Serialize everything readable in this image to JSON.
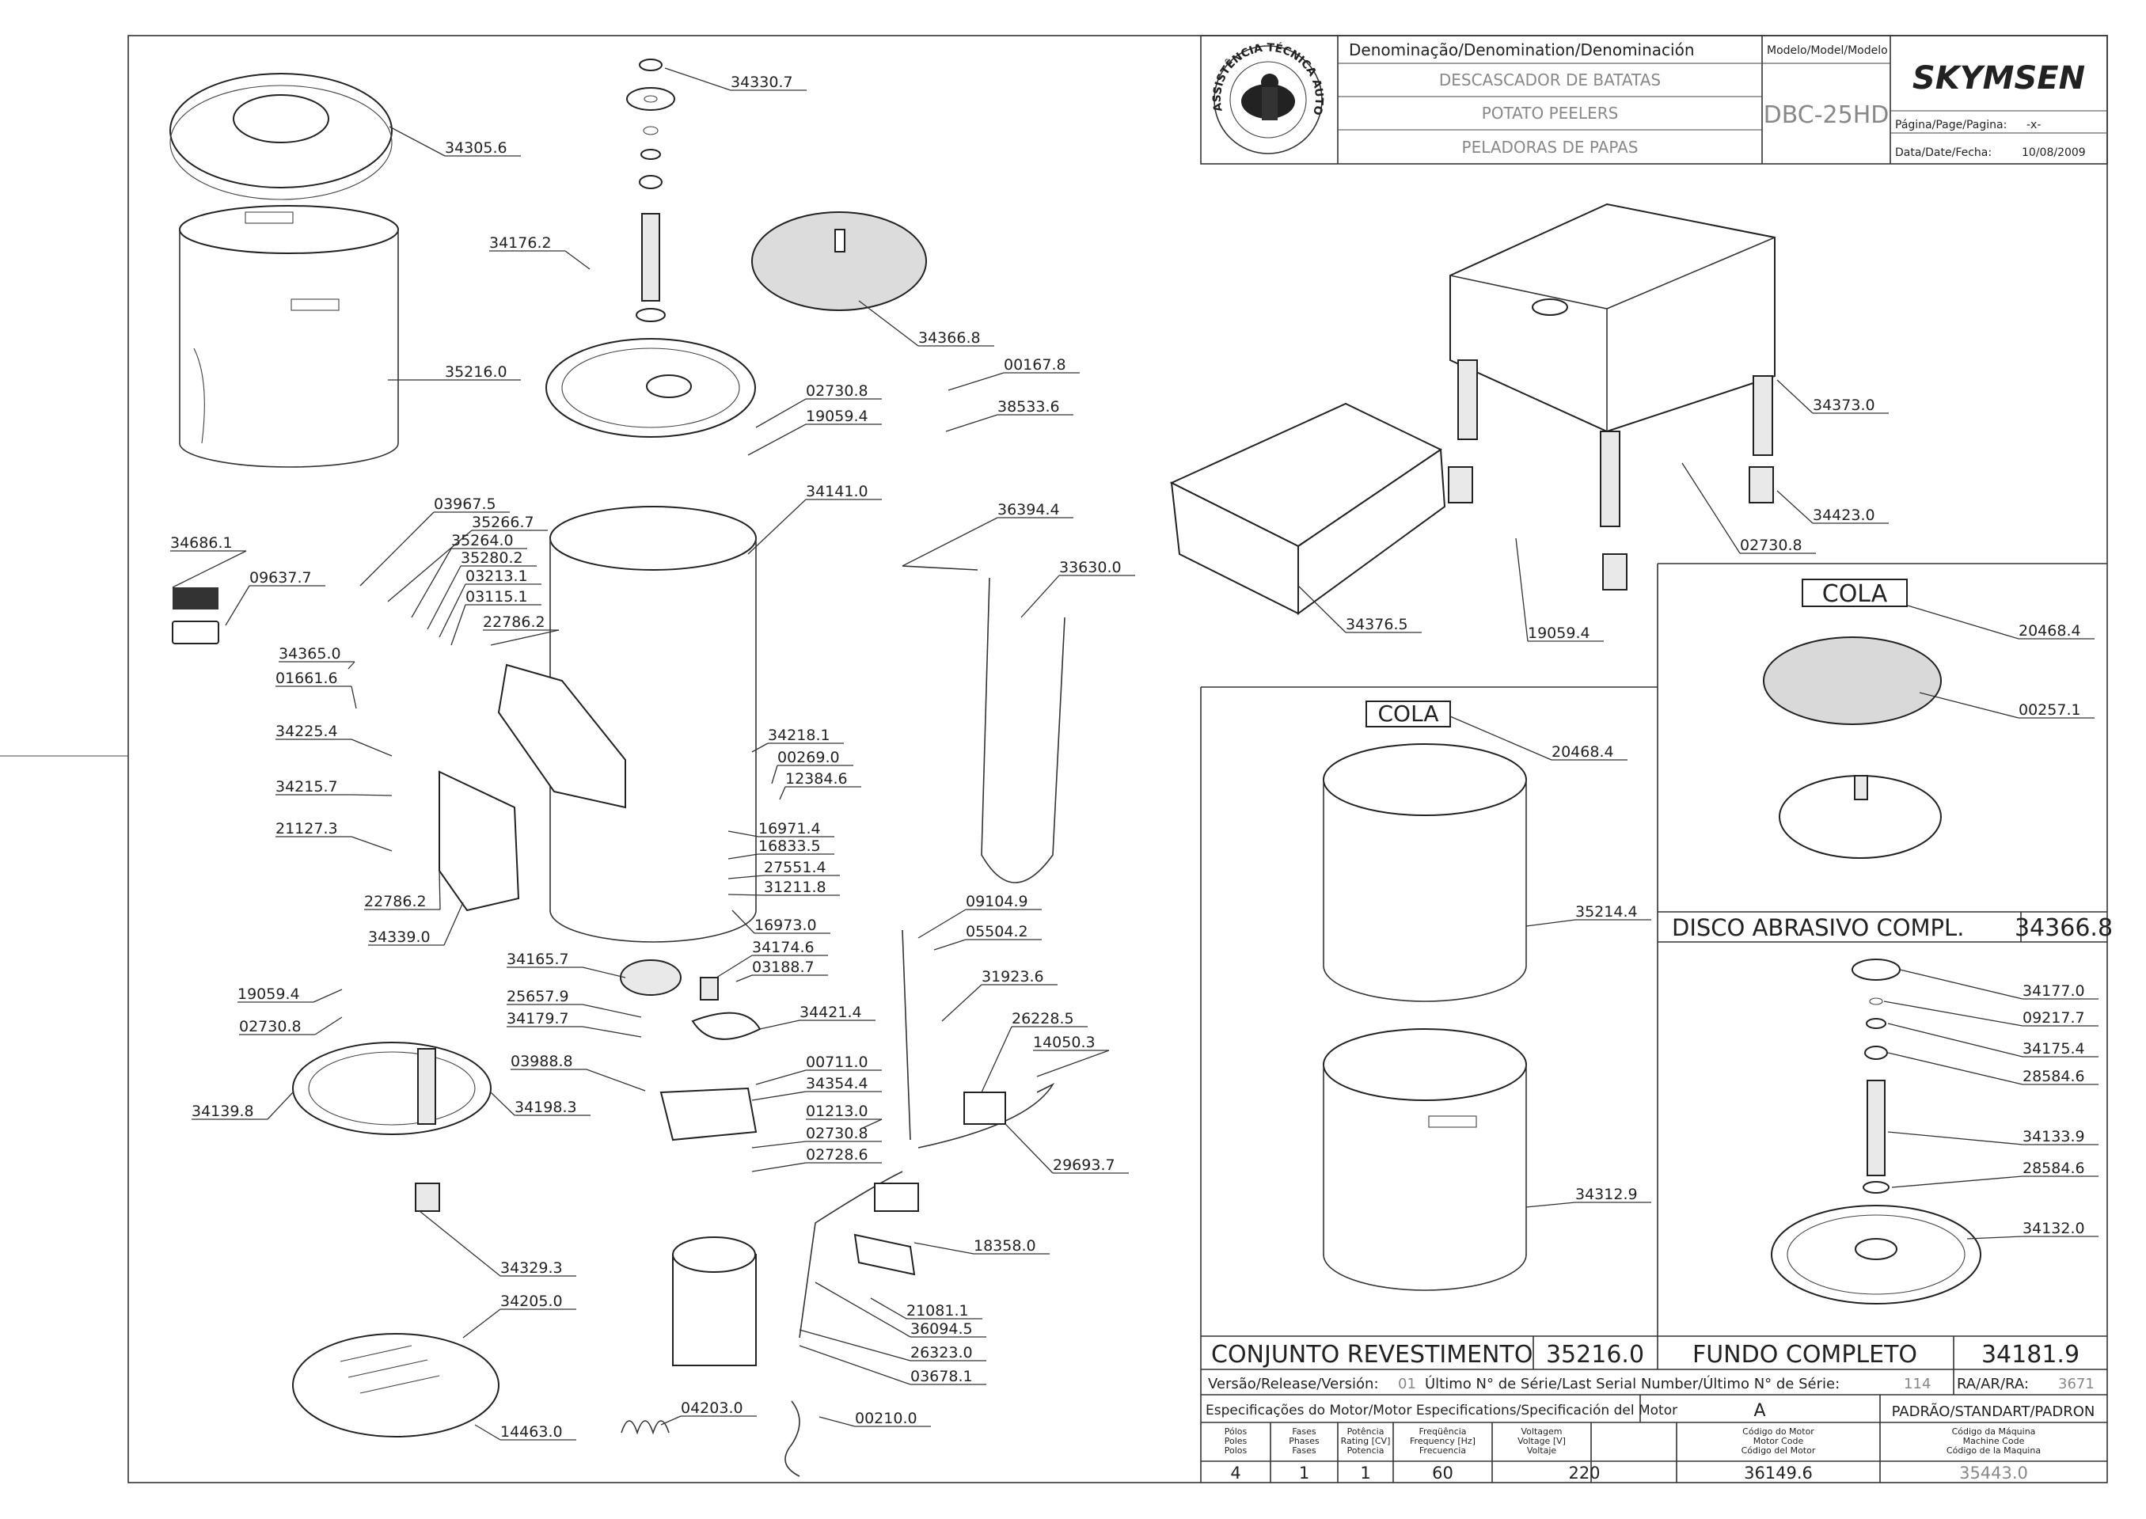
{
  "title_block": {
    "denomination_header": "Denominação/Denomination/Denominación",
    "names": [
      "DESCASCADOR DE BATATAS",
      "POTATO PEELERS",
      "PELADORAS DE PAPAS"
    ],
    "model_header": "Modelo/Model/Modelo",
    "model": "DBC-25HD",
    "brand": "SKYMSEN",
    "page_label": "Página/Page/Pagina:",
    "page_value": "-x-",
    "date_label": "Data/Date/Fecha:",
    "date_value": "10/08/2009",
    "seal_text": "ASSISTÊNCIA TÉCNICA AUTORIZADA"
  },
  "labels": {
    "main": [
      "34330.7",
      "34305.6",
      "34176.2",
      "35216.0",
      "34366.8",
      "00167.8",
      "38533.6",
      "02730.8",
      "19059.4",
      "34141.0",
      "03967.5",
      "35266.7",
      "35264.0",
      "35280.2",
      "03213.1",
      "03115.1",
      "22786.2",
      "34686.1",
      "09637.7",
      "34365.0",
      "01661.6",
      "34225.4",
      "34215.7",
      "21127.3",
      "22786.2",
      "34339.0",
      "34218.1",
      "00269.0",
      "12384.6",
      "16971.4",
      "16833.5",
      "27551.4",
      "31211.8",
      "16973.0",
      "36394.4",
      "33630.0",
      "09104.9",
      "05504.2",
      "31923.6",
      "34165.7",
      "34174.6",
      "03188.7",
      "34421.4",
      "25657.9",
      "34179.7",
      "19059.4",
      "02730.8",
      "03988.8",
      "00711.0",
      "34354.4",
      "34139.8",
      "34198.3",
      "01213.0",
      "02730.8",
      "02728.6",
      "26228.5",
      "14050.3",
      "29693.7",
      "18358.0",
      "34329.3",
      "34205.0",
      "21081.1",
      "36094.5",
      "26323.0",
      "03678.1",
      "14463.0",
      "04203.0",
      "00210.0"
    ],
    "stand": [
      "34373.0",
      "34423.0",
      "02730.8",
      "34376.5",
      "19059.4"
    ],
    "cola_right": [
      "20468.4",
      "00257.1"
    ],
    "disk_parts": [
      "34177.0",
      "09217.7",
      "34175.4",
      "28584.6",
      "34133.9",
      "28584.6",
      "34132.0"
    ],
    "lining": [
      "20468.4",
      "35214.4",
      "34312.9"
    ]
  },
  "panels": {
    "cola_label": "COLA",
    "disco_title": "DISCO ABRASIVO COMPL.",
    "disco_code": "34366.8",
    "revest_title": "CONJUNTO REVESTIMENTO",
    "revest_code": "35216.0",
    "fundo_title": "FUNDO COMPLETO",
    "fundo_code": "34181.9"
  },
  "release": {
    "version_label": "Versão/Release/Versión:",
    "version_value": "01",
    "serial_label": "Último N° de Série/Last Serial Number/Último N° de Série:",
    "serial_value": "114",
    "ra_label": "RA/AR/RA:",
    "ra_value": "3671"
  },
  "motor": {
    "header": "Especificações do Motor/Motor Especifications/Specificación del Motor",
    "type": "A",
    "standard": "PADRÃO/STANDART/PADRON",
    "columns": [
      [
        "Pólos",
        "Poles",
        "Polos"
      ],
      [
        "Fases",
        "Phases",
        "Fases"
      ],
      [
        "Potência",
        "Rating [CV]",
        "Potencia"
      ],
      [
        "Freqüência",
        "Frequency [Hz]",
        "Frecuencia"
      ],
      [
        "Voltagem",
        "Voltage [V]",
        "Voltaje"
      ],
      [
        "Código do Motor",
        "Motor Code",
        "Código del Motor"
      ],
      [
        "Código da Máquina",
        "Machine Code",
        "Código de la Maquina"
      ]
    ],
    "values": [
      "4",
      "1",
      "1",
      "60",
      "220",
      "36149.6",
      "35443.0"
    ]
  }
}
